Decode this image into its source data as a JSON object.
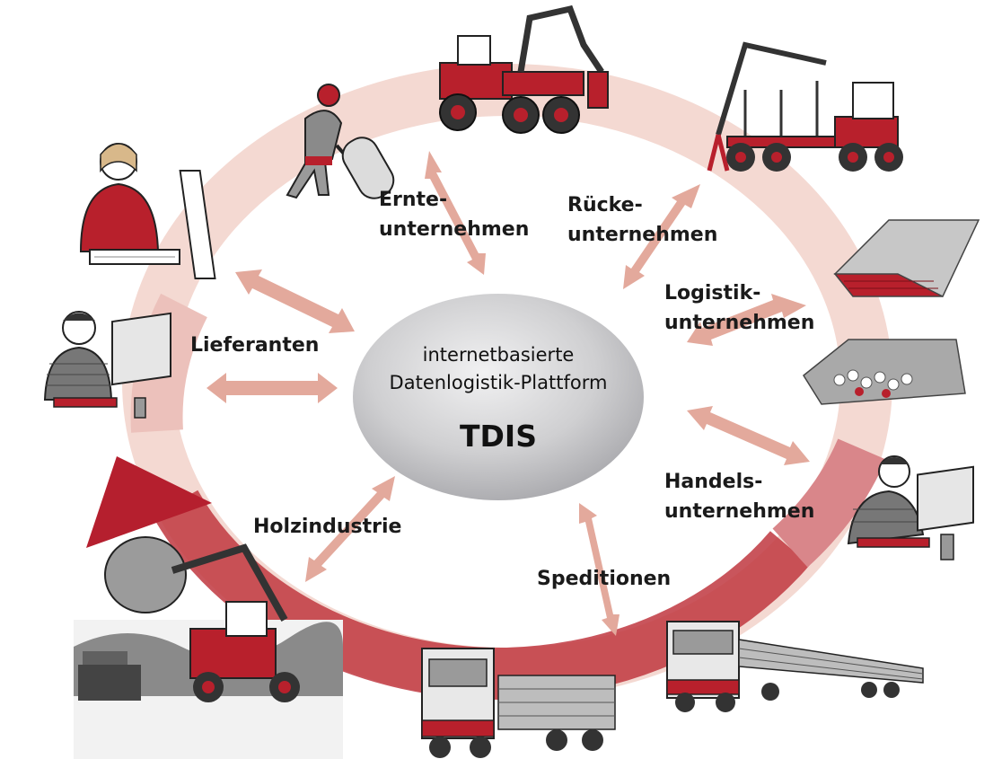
{
  "platform": {
    "line1": "internetbasierte",
    "line2": "Datenlogistik-Plattform",
    "name": "TDIS"
  },
  "participants": {
    "ernte": {
      "line1": "Ernte-",
      "line2": "unternehmen"
    },
    "ruecke": {
      "line1": "Rücke-",
      "line2": "unternehmen"
    },
    "logistik": {
      "line1": "Logistik-",
      "line2": "unternehmen"
    },
    "lieferanten": {
      "label": "Lieferanten"
    },
    "handel": {
      "line1": "Handels-",
      "line2": "unternehmen"
    },
    "holzindustrie": {
      "label": "Holzindustrie"
    },
    "speditionen": {
      "label": "Speditionen"
    }
  },
  "colors": {
    "ring_light": "#f5dcd6",
    "ring_dark": "#b51f2e",
    "arrow": "#e3a99c",
    "accent_red": "#b8202c",
    "ellipse": "#c9c9cb"
  },
  "icons": [
    "woman-at-computer-icon",
    "forest-worker-icon",
    "harvester-icon",
    "forwarder-icon",
    "log-stack-icon",
    "log-pile-icon",
    "man-at-computer-icon",
    "trader-at-computer-icon",
    "log-loader-icon",
    "timber-truck-icon",
    "long-log-truck-icon"
  ]
}
